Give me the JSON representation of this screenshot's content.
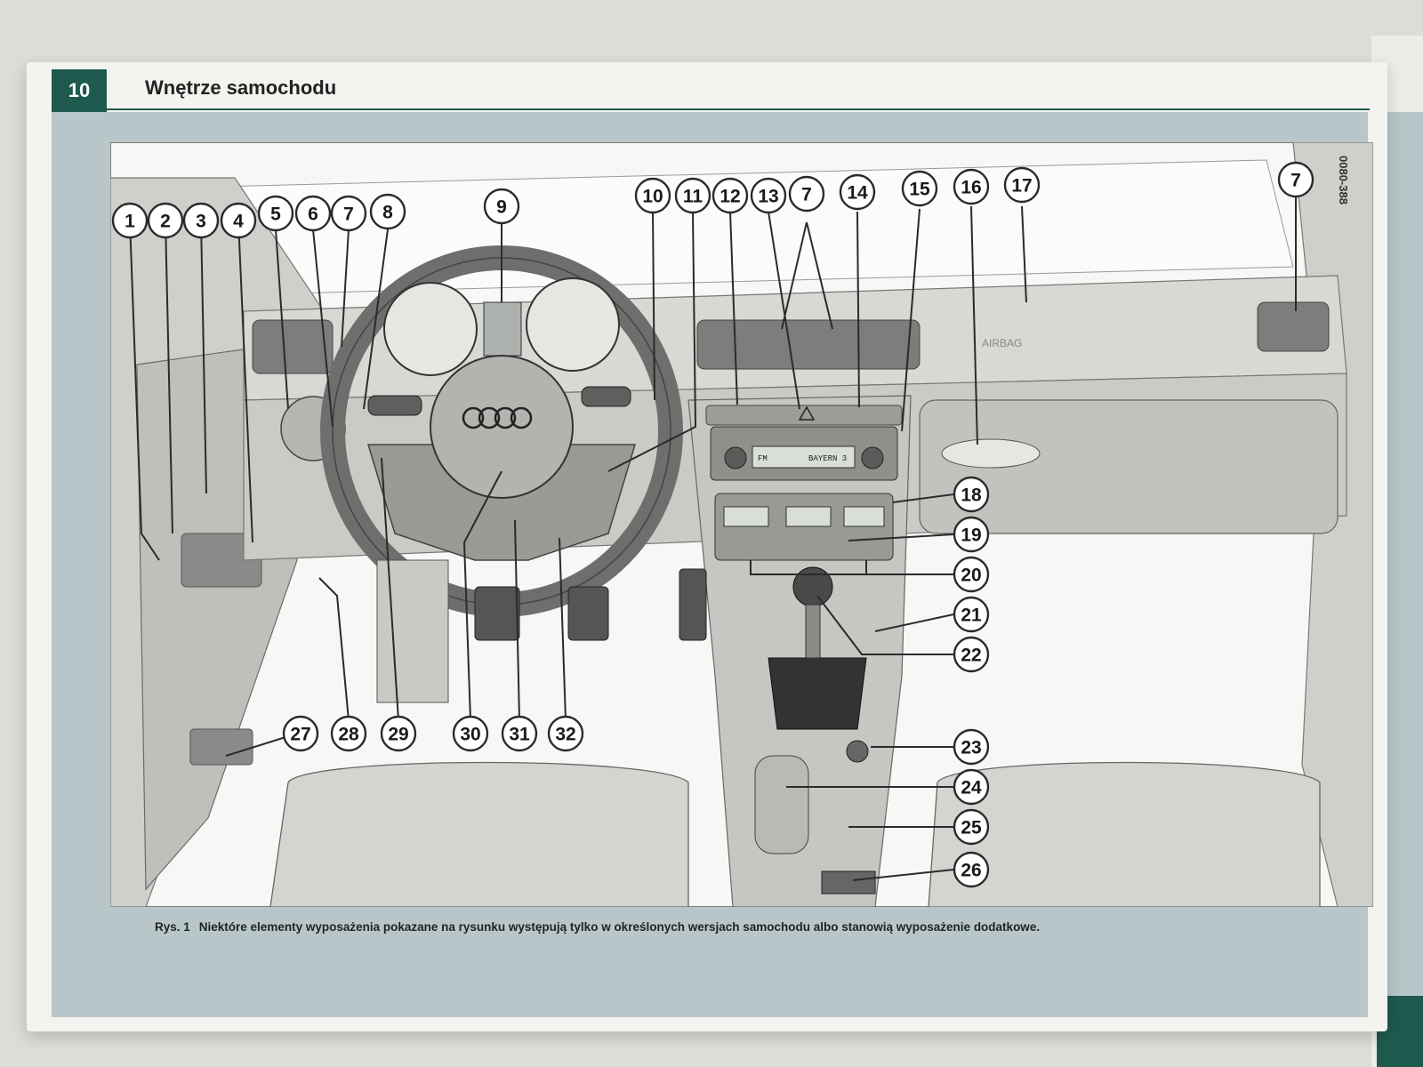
{
  "header": {
    "page_number": "10",
    "title": "Wnętrze samochodu"
  },
  "side_code": "0080-388",
  "caption": {
    "label": "Rys. 1",
    "text": "Niektóre elementy wyposażenia pokazane na rysunku występują tylko w określonych wersjach samochodu albo stanowią wyposażenie dodatkowe."
  },
  "figure": {
    "airbag_text": "AIRBAG",
    "radio_band": "FM",
    "radio_station": "BAYERN 3",
    "callouts": [
      "1",
      "2",
      "3",
      "4",
      "5",
      "6",
      "7",
      "8",
      "9",
      "10",
      "11",
      "12",
      "13",
      "7",
      "14",
      "15",
      "16",
      "17",
      "7",
      "18",
      "19",
      "20",
      "21",
      "22",
      "23",
      "24",
      "25",
      "26",
      "27",
      "28",
      "29",
      "30",
      "31",
      "32"
    ]
  },
  "colors": {
    "accent": "#1f5a4f",
    "panel": "#b9c6c9"
  }
}
